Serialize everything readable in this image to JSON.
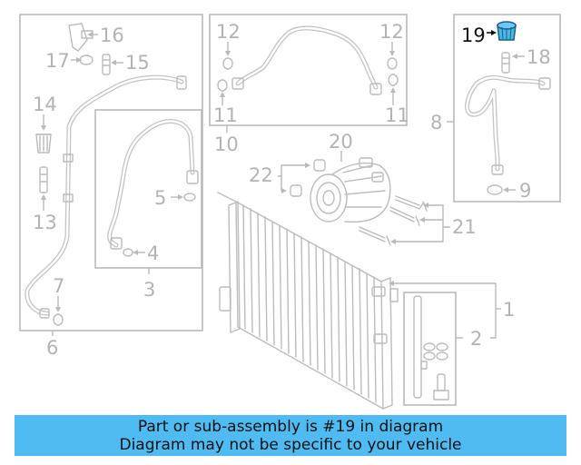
{
  "labels": {
    "p1": "1",
    "p2": "2",
    "p3": "3",
    "p4": "4",
    "p5": "5",
    "p6": "6",
    "p7": "7",
    "p8": "8",
    "p9": "9",
    "p10": "10",
    "p11a": "11",
    "p11b": "11",
    "p12a": "12",
    "p12b": "12",
    "p13": "13",
    "p14": "14",
    "p15": "15",
    "p16": "16",
    "p17": "17",
    "p18": "18",
    "p19": "19",
    "p20": "20",
    "p21": "21",
    "p22": "22"
  },
  "highlight": {
    "part_number": "19",
    "color": "#48b8e8"
  },
  "banner": {
    "line1": "Part or sub-assembly is #19 in diagram",
    "line2": "Diagram may not be specific to your vehicle",
    "color": "#4fbbf2"
  }
}
